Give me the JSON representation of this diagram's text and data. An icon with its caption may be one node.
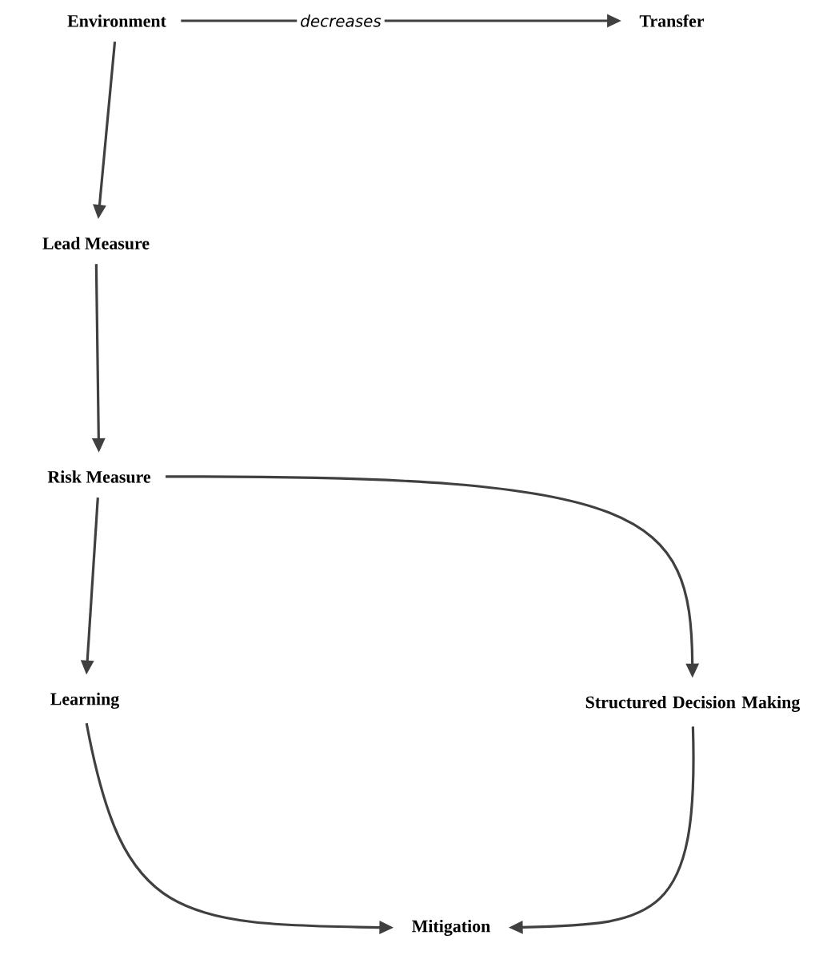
{
  "diagram": {
    "nodes": [
      {
        "text": [
          "Environment"
        ]
      },
      {
        "text": [
          "Transfer"
        ]
      },
      {
        "text": [
          "Lead Measure"
        ]
      },
      {
        "text": [
          "Risk Measure"
        ]
      },
      {
        "text": [
          "Learning"
        ]
      },
      {
        "text": [
          "Structured Decision Making"
        ]
      },
      {
        "text": [
          "Mitigation"
        ]
      }
    ],
    "edges": [
      {
        "from": 0,
        "to": 1,
        "arrow": "to",
        "label": "decreases"
      },
      {
        "from": 0,
        "to": 2,
        "arrow": "to"
      },
      {
        "from": 2,
        "to": 3,
        "arrow": "to"
      },
      {
        "from": 3,
        "to": 5,
        "arrow": "to"
      },
      {
        "from": 3,
        "to": 4,
        "arrow": "to"
      },
      {
        "from": 4,
        "to": 6,
        "arrow": "to"
      },
      {
        "from": 5,
        "to": 6,
        "arrow": "to"
      }
    ]
  }
}
